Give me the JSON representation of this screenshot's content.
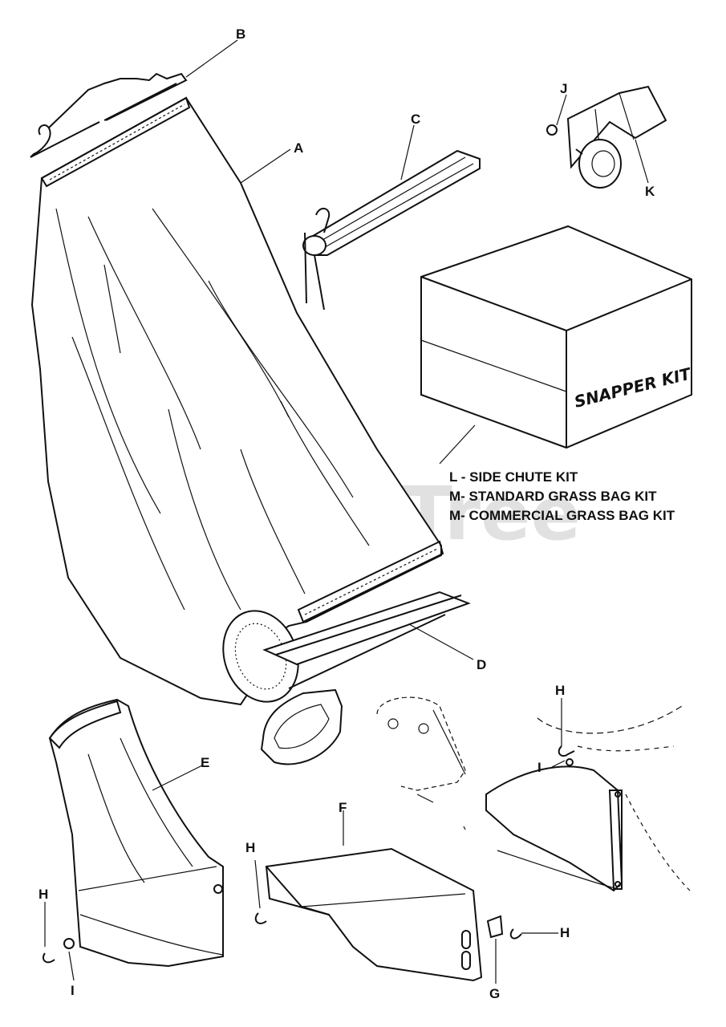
{
  "watermark": "PartsTree",
  "labels": {
    "A": "A",
    "B": "B",
    "C": "C",
    "D": "D",
    "E": "E",
    "F": "F",
    "G": "G",
    "H": "H",
    "I": "I",
    "J": "J",
    "K": "K"
  },
  "kit_box_text": "SNAPPER KIT",
  "kit_list": [
    "L - SIDE CHUTE KIT",
    "M- STANDARD GRASS BAG KIT",
    "M- COMMERCIAL GRASS BAG KIT"
  ]
}
